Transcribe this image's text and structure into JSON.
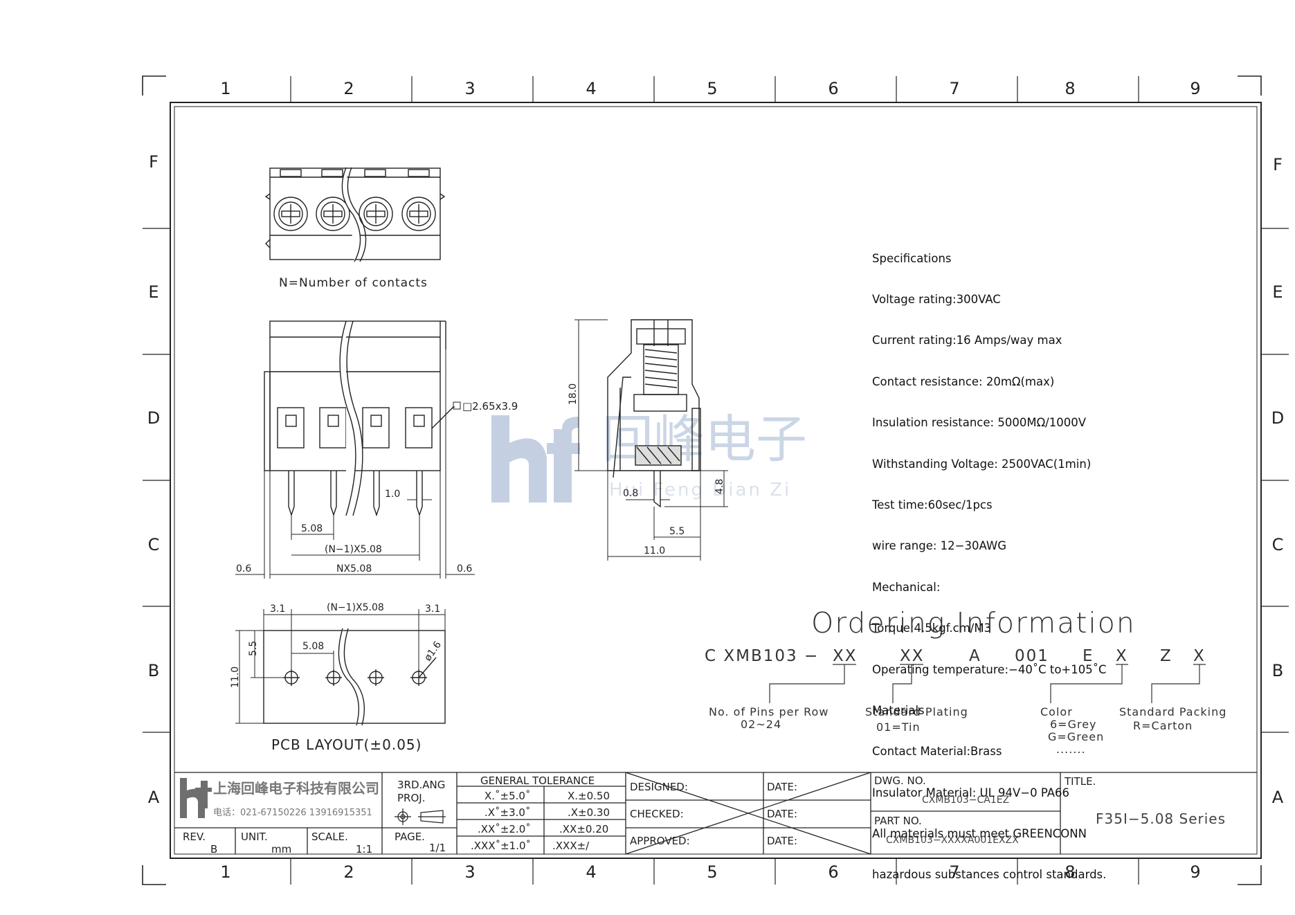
{
  "grid": {
    "columns": [
      "1",
      "2",
      "3",
      "4",
      "5",
      "6",
      "7",
      "8",
      "9"
    ],
    "rows": [
      "F",
      "E",
      "D",
      "C",
      "B",
      "A"
    ]
  },
  "watermark": {
    "company": "回峰电子",
    "pinyin": "Hui Feng Dian Zi"
  },
  "top_view": {
    "caption": "N=Number of contacts"
  },
  "front_view": {
    "window_label": "□2.65x3.9",
    "dims": {
      "pin_width": "1.0",
      "pitch": "5.08",
      "span": "(N−1)X5.08",
      "total": "NX5.08",
      "left_offset": "0.6",
      "right_offset": "0.6"
    }
  },
  "side_view": {
    "dims": {
      "height": "18.0",
      "pin_length": "4.8",
      "pin_thickness": "0.8",
      "pin_offset": "5.5",
      "depth": "11.0"
    }
  },
  "pcb_layout": {
    "caption": "PCB LAYOUT(±0.05)",
    "dims": {
      "edge_left": "3.1",
      "edge_right": "3.1",
      "span": "(N−1)X5.08",
      "pitch": "5.08",
      "hole": "ø1.6",
      "row_offset": "5.5",
      "height": "11.0"
    }
  },
  "specifications": [
    "Specifications",
    "Voltage rating:300VAC",
    "Current rating:16 Amps/way max",
    "Contact resistance: 20mΩ(max)",
    "Insulation resistance: 5000MΩ/1000V",
    "Withstanding Voltage: 2500VAC(1min)",
    "Test time:60sec/1pcs",
    "wire range: 12−30AWG",
    "Mechanical:",
    "Torque:4.5kgf.cm/M3",
    "Operating temperature:−40˚C to+105˚C",
    "Materials",
    "Contact Material:Brass",
    "Insulator Material: UL 94V−0 PA66",
    "All materials must meet GREENCONN",
    "hazardous substances control standards."
  ],
  "ordering": {
    "title": "Ordering Information",
    "code_parts": [
      "C XMB103 −",
      "XX",
      "XX",
      "A",
      "001",
      "E",
      "X",
      "Z",
      "X"
    ],
    "pins": {
      "label": "No. of Pins per Row",
      "value": "02~24"
    },
    "plating": {
      "label": "Standard Plating",
      "value": "01=Tin"
    },
    "color": {
      "label": "Color",
      "values": [
        "6=Grey",
        "G=Green",
        "......."
      ]
    },
    "packing": {
      "label": "Standard Packing",
      "value": "R=Carton"
    }
  },
  "title_block": {
    "company_cn": "上海回峰电子科技有限公司",
    "company_phone": "电话：021-67150226  13916915351",
    "projection": {
      "label": "3RD.ANG",
      "sub": "PROJ."
    },
    "rev": {
      "label": "REV.",
      "value": "B"
    },
    "unit": {
      "label": "UNIT.",
      "value": "mm"
    },
    "scale": {
      "label": "SCALE.",
      "value": "1:1"
    },
    "page": {
      "label": "PAGE.",
      "value": "1/1"
    },
    "tolerance": {
      "title": "GENERAL TOLERANCE",
      "rows": [
        [
          "X.˚±5.0˚",
          "X.±0.50"
        ],
        [
          ".X˚±3.0˚",
          ".X±0.30"
        ],
        [
          ".XX˚±2.0˚",
          ".XX±0.20"
        ],
        [
          ".XXX˚±1.0˚",
          ".XXX±/"
        ]
      ]
    },
    "signoff": [
      {
        "role": "DESIGNED:",
        "date": "DATE:"
      },
      {
        "role": "CHECKED:",
        "date": "DATE:"
      },
      {
        "role": "APPROVED:",
        "date": "DATE:"
      }
    ],
    "dwg_no": {
      "label": "DWG. NO.",
      "value": "CXMB103−CA1EZ"
    },
    "part_no": {
      "label": "PART NO.",
      "value": "CXMB103−XXXXA001EXZX"
    },
    "title": {
      "label": "TITLE.",
      "value": "F35I−5.08 Series"
    }
  }
}
